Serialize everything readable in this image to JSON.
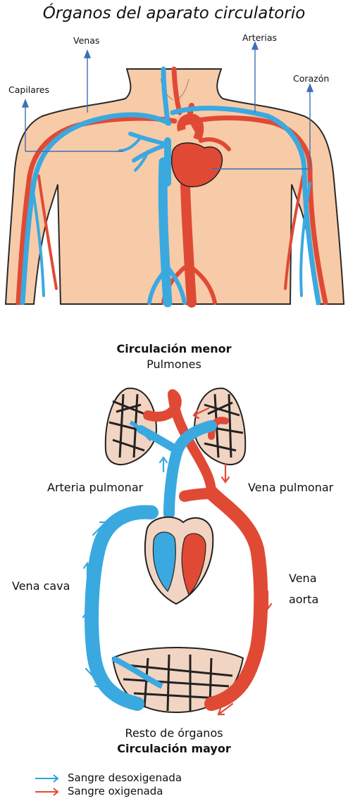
{
  "title": "Órganos del aparato circulatorio",
  "body_labels": {
    "venas": "Venas",
    "arterias": "Arterias",
    "capilares": "Capilares",
    "corazon": "Corazón"
  },
  "circulation_labels": {
    "menor_title": "Circulación menor",
    "pulmones": "Pulmones",
    "arteria_pulmonar": "Arteria pulmonar",
    "vena_pulmonar": "Vena pulmonar",
    "vena_cava": "Vena cava",
    "vena": "Vena",
    "aorta": "aorta",
    "resto_organos": "Resto de órganos",
    "mayor_title": "Circulación mayor"
  },
  "legend": [
    {
      "label": "Sangre desoxigenada",
      "color": "#29a3dc"
    },
    {
      "label": "Sangre oxigenada",
      "color": "#e34a36"
    }
  ],
  "colors": {
    "vein_blue": "#3aa9e0",
    "artery_red": "#e04a35",
    "skin": "#f8cba8",
    "pointer_line": "#3e6fb6"
  }
}
